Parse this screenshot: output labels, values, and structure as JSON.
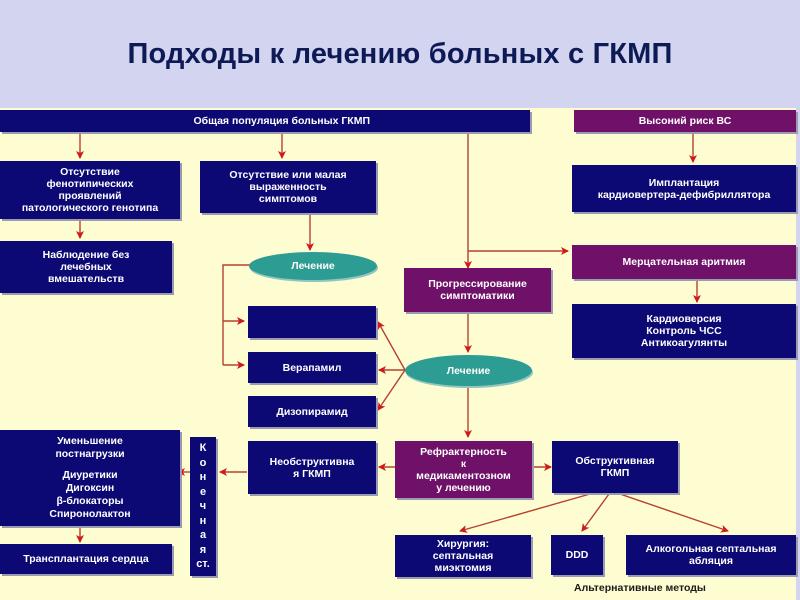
{
  "title": "Подходы к лечению больных с ГКМП",
  "nodes": {
    "general_population": "Общая популяция больных ГКМП",
    "high_risk": "Высоний риск ВС",
    "no_phenotype": [
      "Отсутствие",
      "фенотипических",
      "проявлений",
      "патологического генотипа"
    ],
    "few_symptoms": [
      "Отсутствие или малая",
      "выраженность",
      "симптомов"
    ],
    "icd_implant": [
      "Имплантация",
      "кардиовертера-дефибриллятора"
    ],
    "observation": [
      "Наблюдение без",
      "лечебных",
      "вмешательств"
    ],
    "treatment_upper": "Лечение",
    "progression": [
      "Прогрессирование",
      "симптоматики"
    ],
    "atrial_fib": "Мерцательная аритмия",
    "af_treatment": [
      "Кардиоверсия",
      "Контроль ЧСС",
      "Антикоагулянты"
    ],
    "drug_blank": "",
    "verapamil": "Верапамил",
    "disopyramide": "Дизопирамид",
    "treatment_lower": "Лечение",
    "afterload": [
      "Уменьшение",
      "постнагрузки",
      "",
      "Диуретики",
      "Дигоксин",
      "β-блокаторы",
      "Спиронолактон"
    ],
    "end_stage": [
      "К",
      "о",
      "н",
      "е",
      "ч",
      "н",
      "а",
      "я",
      "ст."
    ],
    "nonobstructive": [
      "Необструктивна",
      "я ГКМП"
    ],
    "refractory": [
      "Рефрактерность",
      "к",
      "медикаментозном",
      "у лечению"
    ],
    "obstructive": [
      "Обструктивная",
      "ГКМП"
    ],
    "transplant": "Трансплантация сердца",
    "surgery": [
      "Хирургия:",
      "септальная",
      "миэктомия"
    ],
    "ddd": "DDD",
    "alcohol_ablation": [
      "Алкогольная септальная",
      "абляция"
    ]
  },
  "caption": "Альтернативные методы",
  "colors": {
    "navy": "#0c0874",
    "purple": "#6f1168",
    "teal": "#2d9c93",
    "arrow": "#c0392b",
    "background": "#fefdd2",
    "header": "#d2d4f0"
  }
}
